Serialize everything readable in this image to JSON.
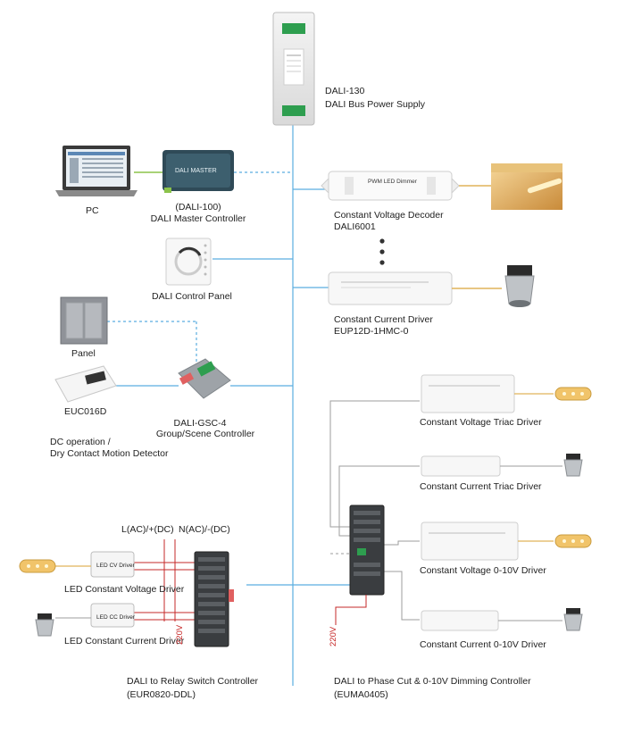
{
  "top_supply": {
    "model": "DALI-130",
    "name": "DALI Bus Power Supply"
  },
  "pc": {
    "label": "PC"
  },
  "master": {
    "model": "(DALI-100)",
    "name": "DALI Master Controller",
    "screen_text": "DALI MASTER"
  },
  "control_panel": {
    "name": "DALI Control Panel"
  },
  "panel": {
    "name": "Panel"
  },
  "euc": {
    "model": "EUC016D",
    "desc_line1": "DC operation /",
    "desc_line2": "Dry Contact Motion Detector"
  },
  "gsc": {
    "model": "DALI-GSC-4",
    "name": "Group/Scene Controller"
  },
  "cv_decoder": {
    "name": "Constant Voltage Decoder",
    "model": "DALI6001",
    "case_text": "PWM LED Dimmer"
  },
  "cc_driver": {
    "name": "Constant Current Driver",
    "model": "EUP12D-1HMC-0"
  },
  "triac_cv": {
    "name": "Constant Voltage Triac Driver"
  },
  "triac_cc": {
    "name": "Constant Current Triac Driver"
  },
  "v010_cv": {
    "name": "Constant Voltage 0-10V Driver"
  },
  "v010_cc": {
    "name": "Constant Current 0-10V Driver"
  },
  "relay": {
    "line_l": "L(AC)/+(DC)",
    "line_n": "N(AC)/-(DC)",
    "cv_box": "LED CV Driver",
    "cc_box": "LED CC Driver",
    "cv_label": "LED Constant Voltage Driver",
    "cc_label": "LED Constant Current  Driver",
    "voltage": "220V",
    "name": "DALI to Relay Switch Controller",
    "model": "(EUR0820-DDL)"
  },
  "dimmer": {
    "voltage": "220V",
    "name": "DALI to Phase Cut & 0-10V Dimming Controller",
    "model": "(EUMA0405)"
  },
  "colors": {
    "bus": "#5aaee0",
    "dashed": "#5aaee0",
    "pc_link": "#8bc34a",
    "mains": "#c62828",
    "gray_line": "#9e9e9e"
  }
}
